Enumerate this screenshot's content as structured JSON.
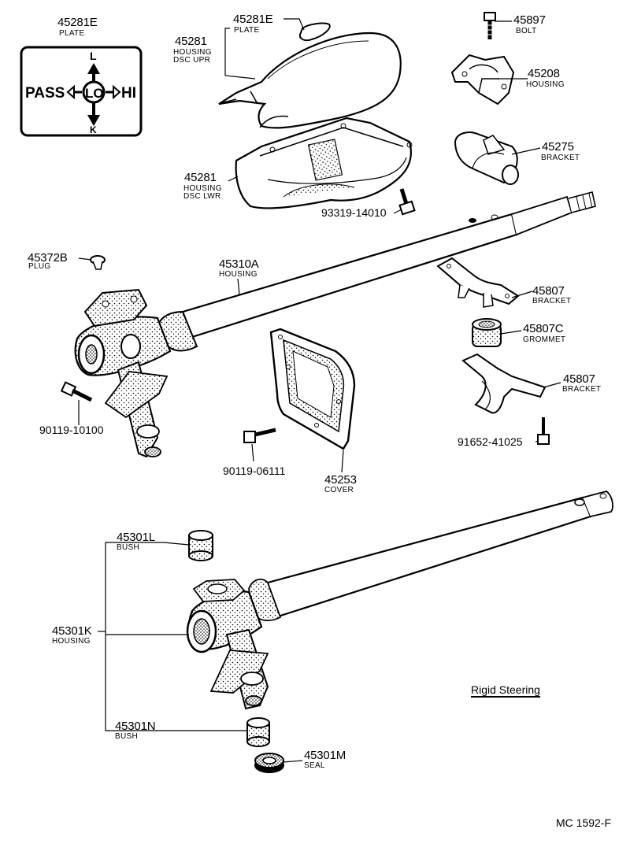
{
  "parts": {
    "p45281E_plate_left": {
      "number": "45281E",
      "name": "PLATE"
    },
    "p45281E_plate_top": {
      "number": "45281E",
      "name": "PLATE"
    },
    "p45281_upper": {
      "number": "45281",
      "name_lines": [
        "HOUSING",
        "DSC UPR"
      ]
    },
    "p45281_lower": {
      "number": "45281",
      "name_lines": [
        "HOUSING",
        "DSC LWR"
      ]
    },
    "p45897": {
      "number": "45897",
      "name": "BOLT"
    },
    "p45208": {
      "number": "45208",
      "name": "HOUSING"
    },
    "p45275": {
      "number": "45275",
      "name": "BRACKET"
    },
    "p93319": {
      "number": "93319-14010"
    },
    "p45372B": {
      "number": "45372B",
      "name": "PLUG"
    },
    "p45310A": {
      "number": "45310A",
      "name": "HOUSING"
    },
    "p45807_a": {
      "number": "45807",
      "name": "BRACKET"
    },
    "p45807C": {
      "number": "45807C",
      "name": "GROMMET"
    },
    "p45807_b": {
      "number": "45807",
      "name": "BRACKET"
    },
    "p90119_10100": {
      "number": "90119-10100"
    },
    "p90119_06111": {
      "number": "90119-06111"
    },
    "p45253": {
      "number": "45253",
      "name": "COVER"
    },
    "p91652": {
      "number": "91652-41025"
    },
    "p45301L": {
      "number": "45301L",
      "name": "BUSH"
    },
    "p45301K": {
      "number": "45301K",
      "name": "HOUSING"
    },
    "p45301N": {
      "number": "45301N",
      "name": "BUSH"
    },
    "p45301M": {
      "number": "45301M",
      "name": "SEAL"
    }
  },
  "plate_graphic": {
    "pass": "PASS",
    "lo": "LO",
    "hi": "HI",
    "up": "L",
    "down": "K"
  },
  "note": "Rigid Steering",
  "diagram_code": "MC 1592-F"
}
